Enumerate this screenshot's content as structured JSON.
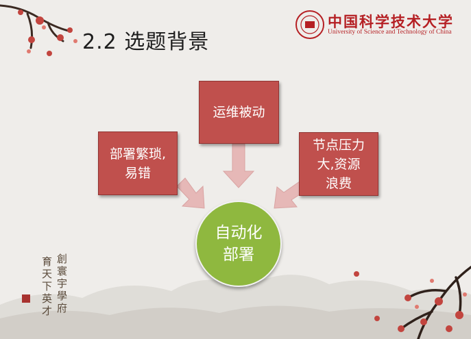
{
  "slide": {
    "title": "2.2 选题背景"
  },
  "logo": {
    "name": "中国科学技术大学",
    "subtitle": "University of Science and Technology of China"
  },
  "diagram": {
    "center": "自动化\n部署",
    "top_box": "运维被动",
    "left_box": "部署繁琐,\n易错",
    "right_box": "节点压力\n大,资源\n浪费"
  },
  "calligraphy": {
    "col1": "創寰宇學府",
    "col2": "育天下英才"
  },
  "colors": {
    "box_fill": "#c0504d",
    "center_fill": "#8fb83f",
    "arrow_fill": "#e6b8b7",
    "brand_red": "#b51f23"
  }
}
